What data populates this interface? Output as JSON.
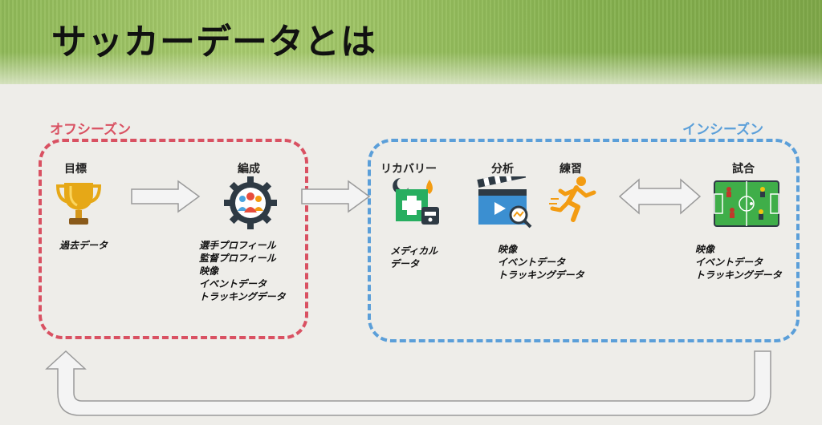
{
  "slide": {
    "title": "サッカーデータとは"
  },
  "seasons": {
    "off": "オフシーズン",
    "in": "インシーズン"
  },
  "stages": {
    "goal": "目標",
    "formation": "編成",
    "recovery": "リカバリー",
    "analysis": "分析",
    "practice": "練習",
    "match": "試合"
  },
  "data_labels": {
    "goal": [
      "過去データ"
    ],
    "formation": [
      "選手プロフィール",
      "監督プロフィール",
      "映像",
      "イベントデータ",
      "トラッキングデータ"
    ],
    "recovery": [
      "メディカル",
      "データ"
    ],
    "analysis": [
      "映像",
      "イベントデータ",
      "トラッキングデータ"
    ],
    "match": [
      "映像",
      "イベントデータ",
      "トラッキングデータ"
    ]
  },
  "colors": {
    "offseason": "#d95162",
    "inseason": "#5b9fd9",
    "arrow_fill": "#f4f4f4",
    "arrow_stroke": "#9a9a9a"
  },
  "icons": {
    "goal": "trophy-icon",
    "formation": "team-gear-icon",
    "recovery": "medical-icon",
    "analysis": "video-analysis-icon",
    "practice": "running-icon",
    "match": "soccer-field-icon"
  }
}
